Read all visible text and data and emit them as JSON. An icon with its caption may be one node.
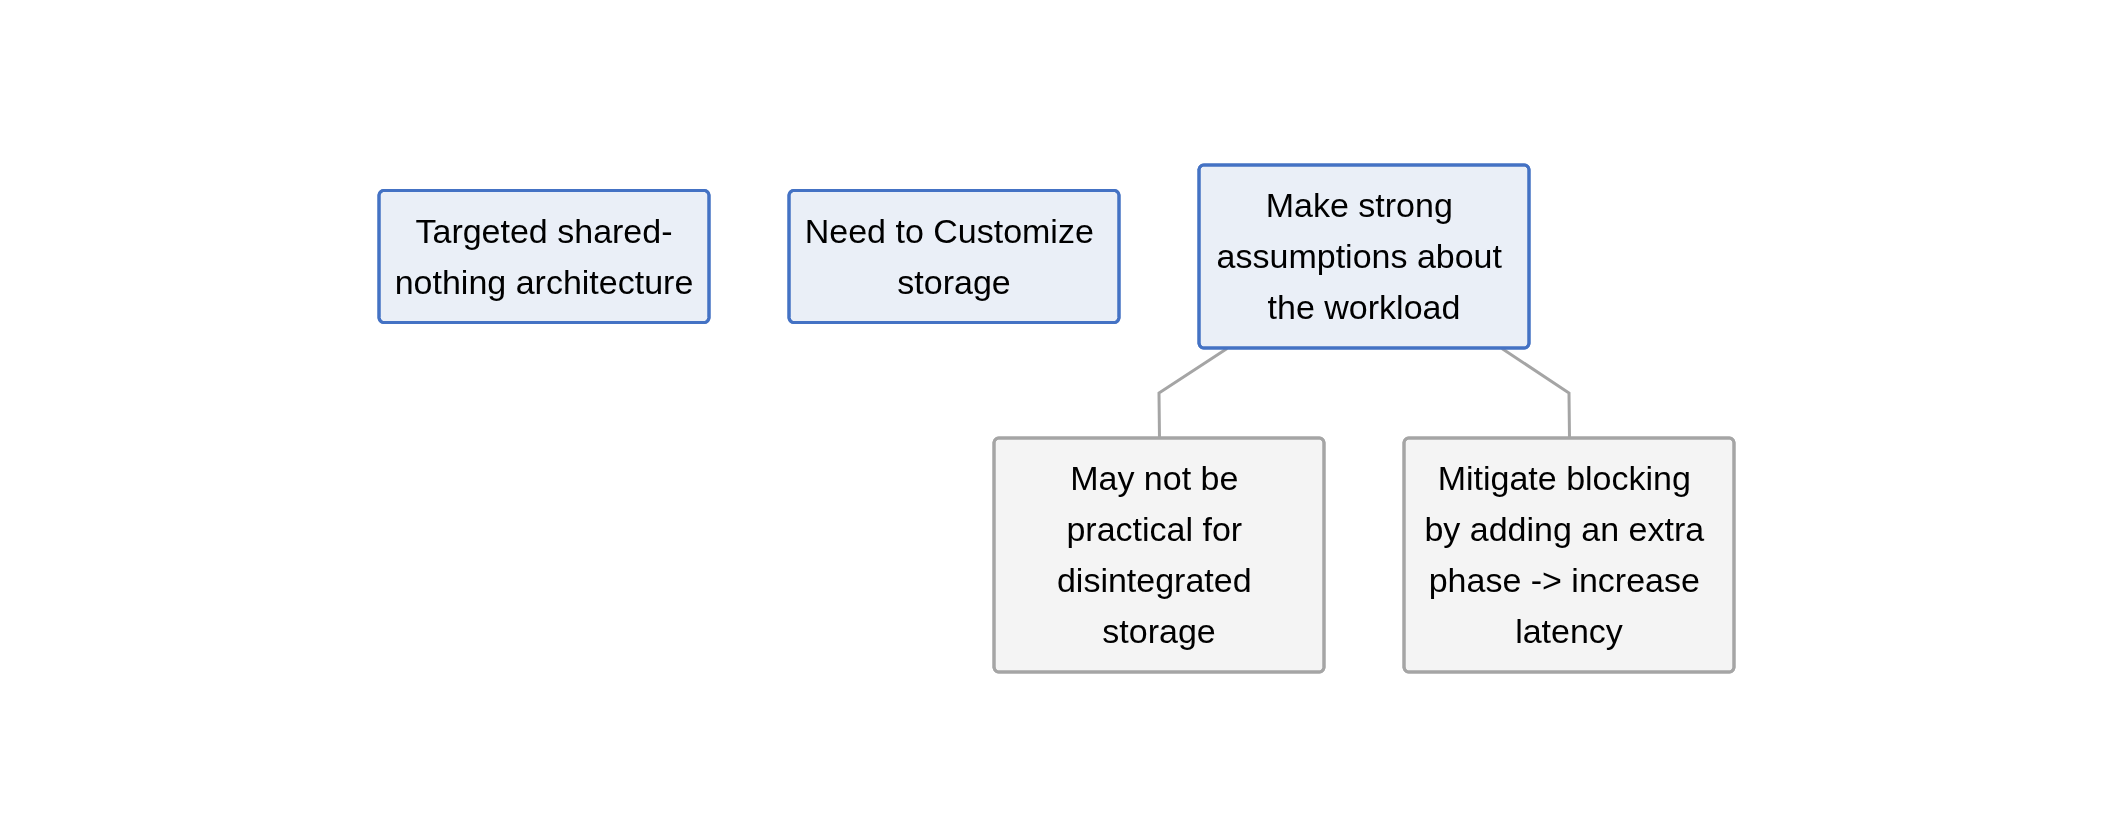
{
  "diagram": {
    "nodes": [
      {
        "text": [
          "Targeted shared-nothing architecture"
        ]
      },
      {
        "text": [
          "Need to Customize storage"
        ]
      },
      {
        "text": [
          "Make strong assumptions about the workload"
        ]
      },
      {
        "text": [
          "May not be practical for disintegrated storage"
        ]
      },
      {
        "text": [
          "Mitigate blocking by adding an extra phase -> increase latency"
        ]
      }
    ],
    "edges": [
      {
        "from": 2,
        "to": 3,
        "arrow": "none"
      },
      {
        "from": 2,
        "to": 4,
        "arrow": "none"
      }
    ]
  }
}
